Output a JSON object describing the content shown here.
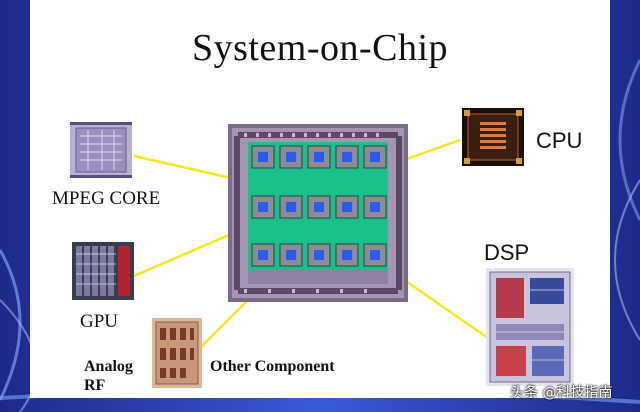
{
  "slide": {
    "title": "System-on-Chip",
    "components": {
      "mpeg": "MPEG CORE",
      "gpu": "GPU",
      "analog_rf_line1": "Analog",
      "analog_rf_line2": "RF",
      "other": "Other Component",
      "cpu": "CPU",
      "dsp": "DSP"
    }
  },
  "watermark": "头条 @科技指南",
  "colors": {
    "die_core": "#19c08a",
    "connector": "#f2ea1e",
    "background": "#2b45c4"
  }
}
